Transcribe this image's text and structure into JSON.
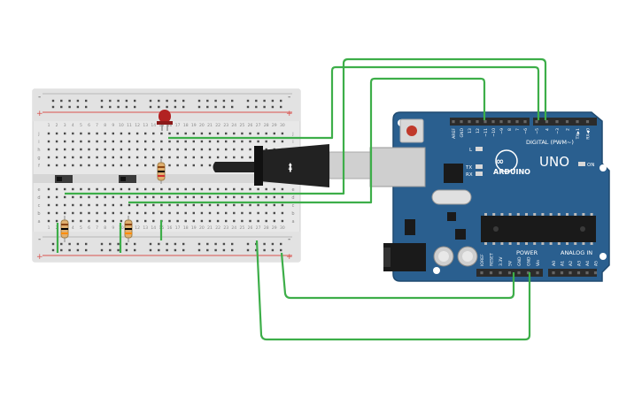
{
  "colors": {
    "background": "#ffffff",
    "breadboard": "#e6e6e6",
    "breadboard_edge": "#d4d4d4",
    "hole": "#4a4a4a",
    "rail_red": "#d9534f",
    "rail_line": "#b8b8b8",
    "board": "#2a5f8f",
    "board_dark": "#1f4a70",
    "wire": "#3dae49",
    "header": "#2b2b2b",
    "chip": "#1a1a1a",
    "led": "#b22222",
    "usb_metal": "#cccccc",
    "usb_plug": "#222222",
    "silk": "#ffffff"
  },
  "breadboard": {
    "rail_plus": "+",
    "rail_minus": "-",
    "row_letters_top": [
      "j",
      "i",
      "h",
      "g",
      "f"
    ],
    "row_letters_bottom": [
      "e",
      "d",
      "c",
      "b",
      "a"
    ],
    "column_numbers": [
      "1",
      "2",
      "3",
      "4",
      "5",
      "6",
      "7",
      "8",
      "9",
      "10",
      "11",
      "12",
      "13",
      "14",
      "15",
      "16",
      "17",
      "18",
      "19",
      "20",
      "21",
      "22",
      "23",
      "24",
      "25",
      "26",
      "27",
      "28",
      "29",
      "30"
    ]
  },
  "arduino": {
    "brand": "ARDUINO",
    "model": "UNO",
    "digital_label": "DIGITAL (PWM~)",
    "power_label": "POWER",
    "analog_label": "ANALOG IN",
    "on_label": "ON",
    "led_labels": [
      "L",
      "TX",
      "RX"
    ],
    "digital_pins": [
      "AREF",
      "GND",
      "13",
      "12",
      "~11",
      "~10",
      "~9",
      "8",
      "7",
      "~6",
      "~5",
      "4",
      "~3",
      "2",
      "TX▶1",
      "RX◀0"
    ],
    "power_pins": [
      "IOREF",
      "RESET",
      "3.3V",
      "5V",
      "GND",
      "GND",
      "Vin"
    ],
    "analog_pins": [
      "A0",
      "A1",
      "A2",
      "A3",
      "A4",
      "A5"
    ]
  }
}
